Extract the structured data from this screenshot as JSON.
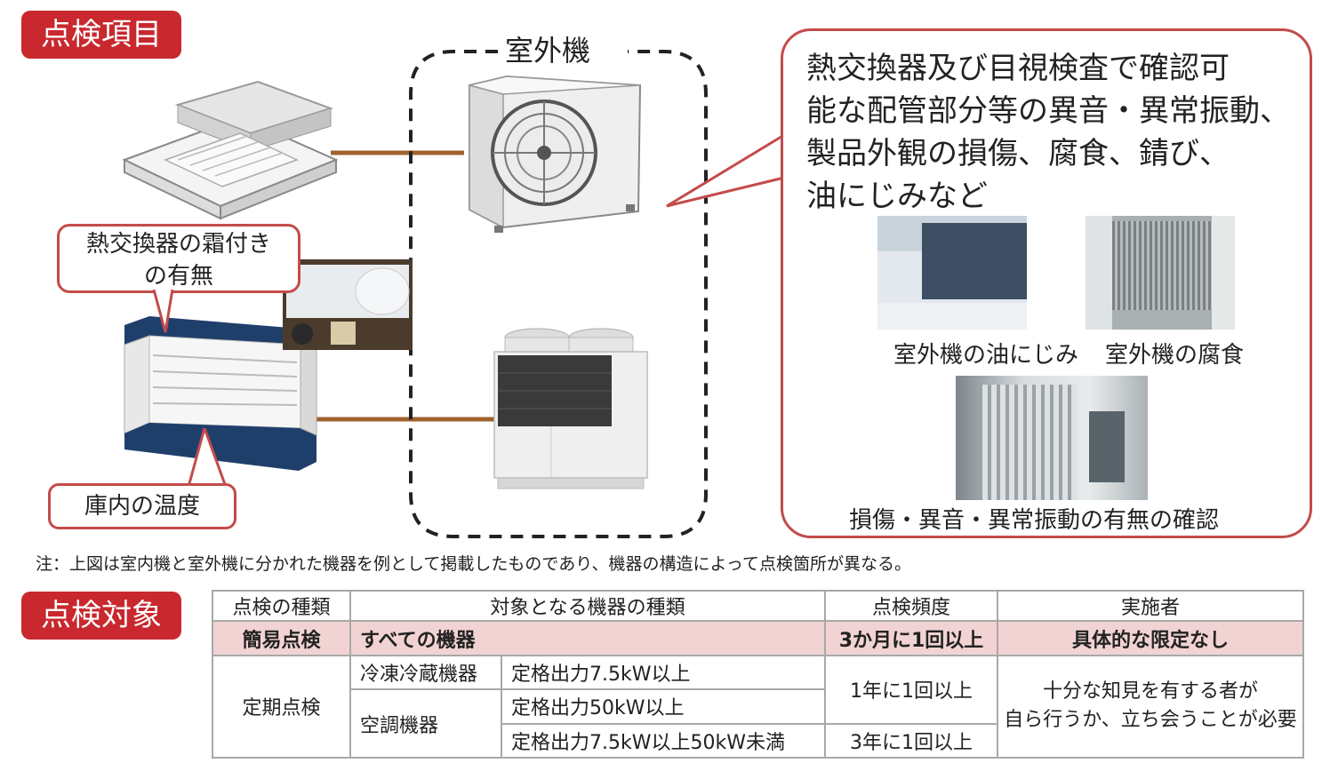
{
  "headings": {
    "items": "点検項目",
    "targets": "点検対象"
  },
  "outdoor_unit_label": "室外機",
  "callouts": {
    "frost": "熱交換器の霜付き\nの有無",
    "temperature": "庫内の温度",
    "main_text": "熱交換器及び目視検査で確認可\n能な配管部分等の異音・異常振動、\n製品外観の損傷、腐食、錆び、\n油にじみなど"
  },
  "photo_captions": {
    "oil": "室外機の油にじみ",
    "corrosion": "室外機の腐食",
    "damage": "損傷・異音・異常振動の有無の確認"
  },
  "note": "注：上図は室内機と室外機に分かれた機器を例として掲載したものであり、機器の構造によって点検箇所が異なる。",
  "table": {
    "headers": [
      "点検の種類",
      "対象となる機器の種類",
      "点検頻度",
      "実施者"
    ],
    "simple": {
      "type": "簡易点検",
      "equipment": "すべての機器",
      "frequency": "3か月に1回以上",
      "executor": "具体的な限定なし"
    },
    "periodic": {
      "type": "定期点検",
      "refrigeration": "冷凍冷蔵機器",
      "air_conditioning": "空調機器",
      "spec1": "定格出力7.5kW以上",
      "spec2": "定格出力50kW以上",
      "spec3": "定格出力7.5kW以上50kW未満",
      "freq_yearly": "1年に1回以上",
      "freq_3year": "3年に1回以上",
      "executor": "十分な知見を有する者が\n自ら行うか、立ち会うことが必要"
    }
  },
  "colors": {
    "accent": "#c8282e",
    "bubble_border": "#c44b4b",
    "highlight_row": "#f2d3d3",
    "connector": "#a0622d"
  }
}
